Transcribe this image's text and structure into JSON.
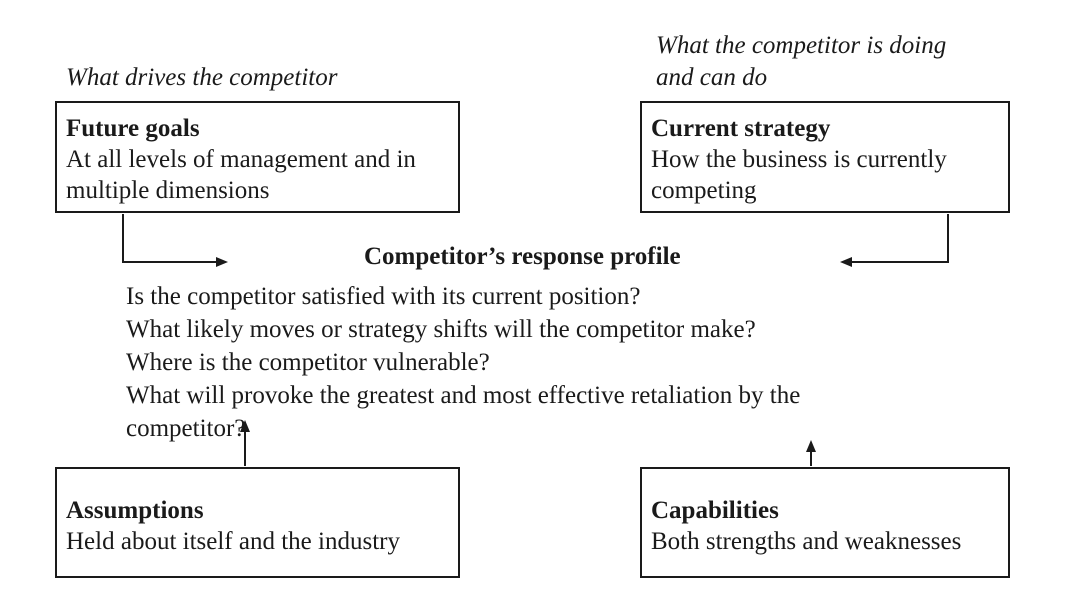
{
  "captions": {
    "left": "What drives the competitor",
    "right_line1": "What the competitor is doing",
    "right_line2": "and can do"
  },
  "boxes": {
    "future_goals": {
      "title": "Future goals",
      "desc": "At all levels of management and in multiple dimensions"
    },
    "current_strategy": {
      "title": "Current strategy",
      "desc": "How the business is currently competing"
    },
    "assumptions": {
      "title": "Assumptions",
      "desc": "Held about itself and the industry"
    },
    "capabilities": {
      "title": "Capabilities",
      "desc": "Both strengths and weaknesses"
    }
  },
  "profile": {
    "title": "Competitor’s response profile",
    "questions": [
      "Is the competitor satisfied with its current position?",
      "What likely moves or strategy shifts will the competitor make?",
      "Where is the competitor vulnerable?",
      "What will provoke the greatest and most effective retaliation by the competitor?"
    ]
  },
  "colors": {
    "ink": "#1a1a1a",
    "background": "#ffffff"
  }
}
